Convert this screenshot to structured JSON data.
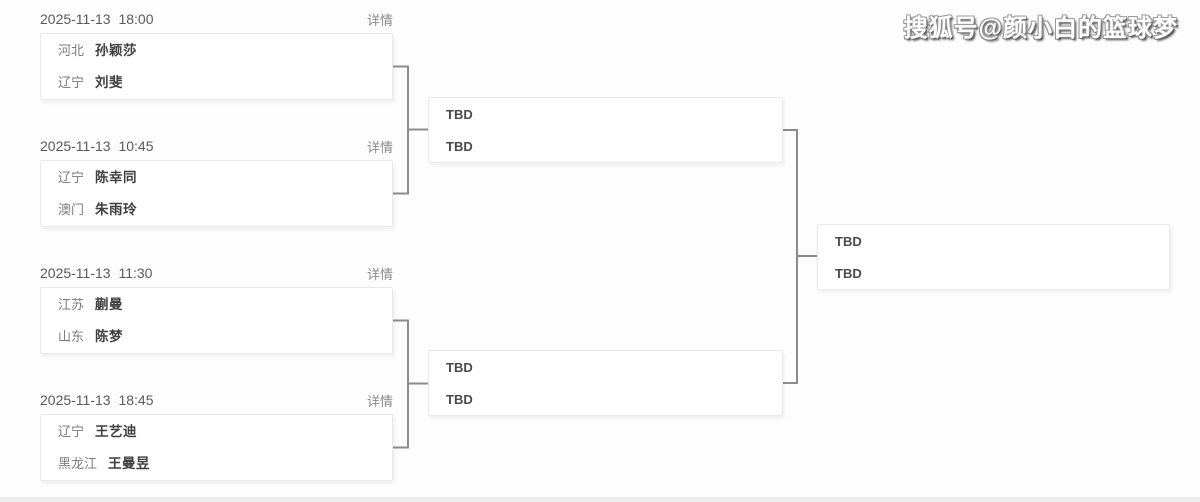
{
  "page": {
    "watermark": "搜狐号@颜小白的篮球梦"
  },
  "colors": {
    "background": "#fdfdfd",
    "connector_line": "#8c8c8c",
    "card_border": "#e9e9e9",
    "date_text": "#5a5a5a",
    "player_name_text": "#3f3f3f",
    "region_text": "#7d7d7d"
  },
  "bracket": {
    "detail_label": "详情",
    "round1": [
      {
        "datetime": "2025-11-13 18:00",
        "players": [
          {
            "region": "河北",
            "name": "孙颖莎"
          },
          {
            "region": "辽宁",
            "name": "刘斐"
          }
        ]
      },
      {
        "datetime": "2025-11-13 10:45",
        "players": [
          {
            "region": "辽宁",
            "name": "陈幸同"
          },
          {
            "region": "澳门",
            "name": "朱雨玲"
          }
        ]
      },
      {
        "datetime": "2025-11-13 11:30",
        "players": [
          {
            "region": "江苏",
            "name": "蒯曼"
          },
          {
            "region": "山东",
            "name": "陈梦"
          }
        ]
      },
      {
        "datetime": "2025-11-13 18:45",
        "players": [
          {
            "region": "辽宁",
            "name": "王艺迪"
          },
          {
            "region": "黑龙江",
            "name": "王曼昱"
          }
        ]
      }
    ],
    "semifinals": [
      {
        "players": [
          "TBD",
          "TBD"
        ]
      },
      {
        "players": [
          "TBD",
          "TBD"
        ]
      }
    ],
    "final": {
      "players": [
        "TBD",
        "TBD"
      ]
    }
  }
}
